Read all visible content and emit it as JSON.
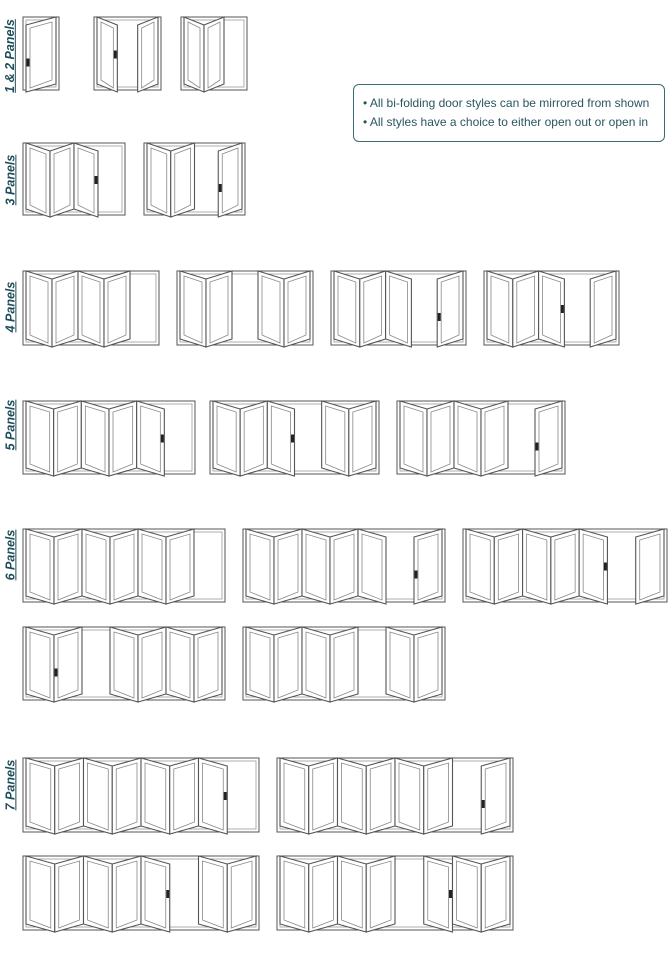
{
  "section_labels": [
    "1 & 2 Panels",
    "3 Panels",
    "4 Panels",
    "5 Panels",
    "6 Panels",
    "7 Panels"
  ],
  "notes": [
    "• All bi-folding door styles can be mirrored from shown",
    "• All styles have a choice to either open out or open in"
  ],
  "colors": {
    "label": "#1f4d5a",
    "frame": "#555555",
    "glass_floor": "#b9d4e2",
    "note_border": "#3b6a72"
  }
}
